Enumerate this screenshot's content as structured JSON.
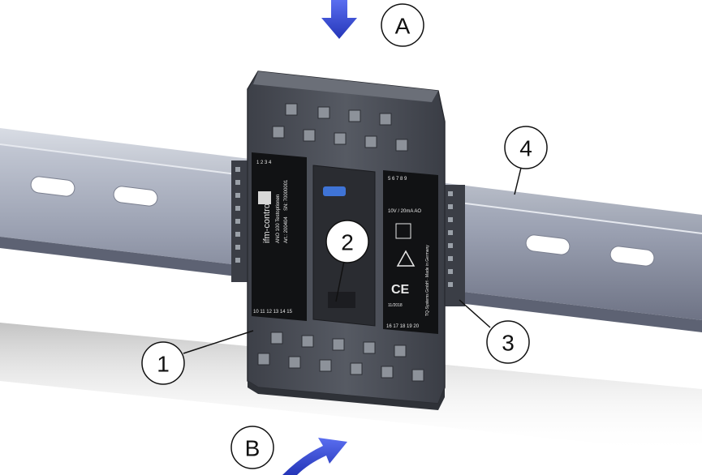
{
  "figure": {
    "callouts": {
      "a": "A",
      "b": "B",
      "c1": "1",
      "c2": "2",
      "c3": "3",
      "c4": "4"
    },
    "device": {
      "brand": "ifm-control",
      "model": "ANO 100 Testoptionen",
      "article": "Art.: 200404",
      "serial": "SN: 70000001",
      "output": "10V / 20mA AO",
      "made": "TQ-Systems GmbH · Made in Germany",
      "date": "11/2018",
      "term_top_left": "1 2 3 4",
      "term_top_right": "5 6 7 8 9",
      "term_bottom_left": "10 11 12 13 14 15",
      "term_bottom_right": "16 17 18 19 20",
      "ce": "CE"
    },
    "colors": {
      "arrow": "#3a4fd8",
      "rail": "#8c93a6",
      "housing": "#4a4e57"
    }
  }
}
